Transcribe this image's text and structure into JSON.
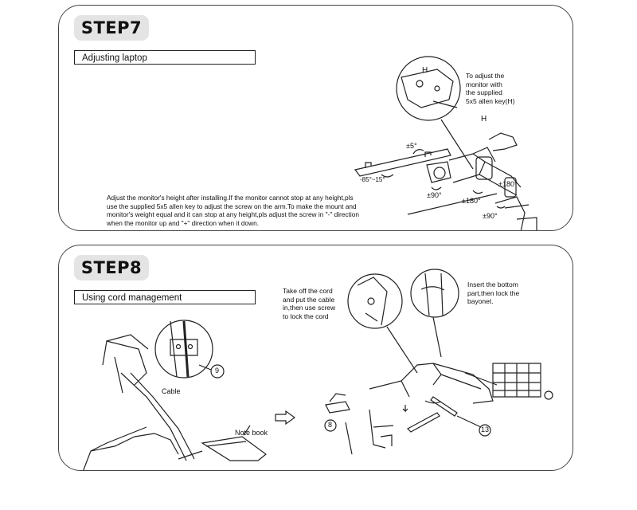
{
  "step7": {
    "badge": "STEP7",
    "subtitle": "Adjusting laptop",
    "allen_note": [
      "To adjust the",
      "monitor with",
      "the supplied",
      "5x5 allen key(H)"
    ],
    "h_label_top": "H",
    "h_label_key": "H",
    "angle_tilt": "±5°",
    "angle_range": "-85°~15°",
    "angle_rot1": "±90°",
    "angle_rot2": "±180°",
    "angle_rot3": "±180°",
    "angle_rot4": "±90°",
    "instructions": [
      "Adjust the monitor's height after installing.If the monitor cannot stop at any height,pls",
      "use the supplied 5x5 allen key to adjust the screw on the arm.To make the mount and",
      "monitor's weight equal and it can stop at any height,pls adjust the screw in \"-\" direction",
      "when the monitor up and \"+\" direction when it down."
    ]
  },
  "step8": {
    "badge": "STEP8",
    "subtitle": "Using cord management",
    "cable_label": "Cable",
    "notebook_label": "Note book",
    "callout_9": "9",
    "callout_8": "8",
    "callout_13": "13",
    "cord_note": [
      "Take off the cord",
      "and put the cable",
      "in,then use screw",
      "to lock the cord"
    ],
    "bottom_note": [
      "Insert the bottom",
      "part,then lock the",
      "bayonet."
    ]
  }
}
